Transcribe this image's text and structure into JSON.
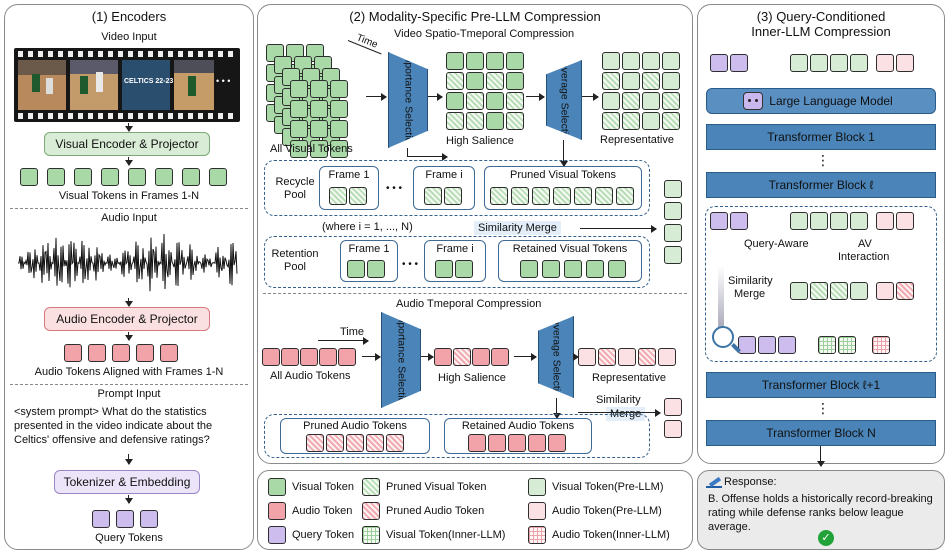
{
  "encoders": {
    "title": "(1) Encoders",
    "video_input": "Video Input",
    "frame_text": "CELTICS 22-23",
    "ellipsis": "• • •",
    "visual_encoder": "Visual Encoder & Projector",
    "visual_tokens_caption": "Visual Tokens in Frames 1-N",
    "audio_input": "Audio Input",
    "audio_encoder": "Audio Encoder & Projector",
    "audio_tokens_caption": "Audio Tokens Aligned with Frames 1-N",
    "prompt_input": "Prompt Input",
    "prompt_text": "<system prompt> What do the statistics presented in the video indicate about the Celtics' offensive and defensive ratings?",
    "tokenizer": "Tokenizer & Embedding",
    "query_tokens_caption": "Query Tokens"
  },
  "compression": {
    "title": "(2) Modality-Specific Pre-LLM Compression",
    "video_subtitle": "Video Spatio-Tmeporal Compression",
    "time": "Time",
    "importance_selection": "Importance Selection",
    "coverage_selection": "Coverage Selection",
    "all_visual_tokens": "All Visual Tokens",
    "high_salience": "High Salience",
    "representative": "Representative",
    "recycle_pool": "Recycle Pool",
    "retention_pool": "Retention Pool",
    "frame_1": "Frame 1",
    "frame_i": "Frame i",
    "dots": "• • •",
    "pruned_visual_tokens": "Pruned Visual Tokens",
    "retained_visual_tokens": "Retained Visual Tokens",
    "where_i": "(where i = 1, ..., N)",
    "similarity_merge": "Similarity Merge",
    "audio_subtitle": "Audio Tmeporal Compression",
    "all_audio_tokens": "All Audio Tokens",
    "pruned_audio_tokens": "Pruned Audio Tokens",
    "retained_audio_tokens": "Retained Audio Tokens",
    "similarity": "Similarity",
    "merge": "Merge"
  },
  "legend": [
    {
      "swatch": "vis",
      "label": "Visual Token"
    },
    {
      "swatch": "pvis",
      "label": "Pruned Visual Token"
    },
    {
      "swatch": "vpre",
      "label": "Visual Token(Pre-LLM)"
    },
    {
      "swatch": "aud",
      "label": "Audio Token"
    },
    {
      "swatch": "paud",
      "label": "Pruned Audio Token"
    },
    {
      "swatch": "apre",
      "label": "Audio Token(Pre-LLM)"
    },
    {
      "swatch": "qry",
      "label": "Query Token"
    },
    {
      "swatch": "vin",
      "label": "Visual Token(Inner-LLM)"
    },
    {
      "swatch": "ain",
      "label": "Audio Token(Inner-LLM)"
    }
  ],
  "inner_llm": {
    "title_line1": "(3) Query-Conditioned",
    "title_line2": "Inner-LLM Compression",
    "llm": "Large Language Model",
    "block_1": "Transformer Block 1",
    "vdots": "⋮",
    "block_l": "Transformer Block ℓ",
    "query_aware": "Query-Aware",
    "av": "AV",
    "interaction": "Interaction",
    "similarity": "Similarity",
    "merge": "Merge",
    "block_l1": "Transformer Block ℓ+1",
    "block_n": "Transformer Block N"
  },
  "response": {
    "heading": "Response:",
    "text": "B. Offense holds a historically record-breaking rating while defense ranks below league average."
  },
  "colors": {
    "visual": "#a9d9a7",
    "audio": "#f2a3a9",
    "query": "#cdbdee",
    "block": "#4a84b8",
    "check": "#22a33a"
  }
}
